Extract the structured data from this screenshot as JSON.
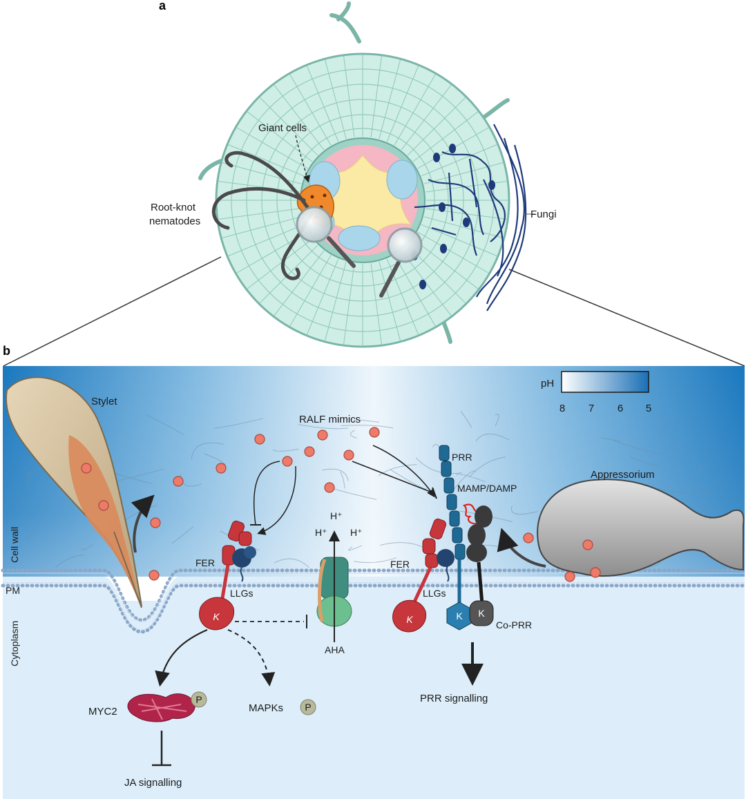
{
  "panels": {
    "a": "a",
    "b": "b"
  },
  "panel_a": {
    "giant_cells": "Giant cells",
    "root_knot_line1": "Root-knot",
    "root_knot_line2": "nematodes",
    "fungi": "Fungi"
  },
  "panel_b": {
    "stylet": "Stylet",
    "ralf_mimics": "RALF mimics",
    "appressorium": "Appressorium",
    "ph_legend": {
      "title": "pH",
      "ticks": [
        "8",
        "7",
        "6",
        "5"
      ]
    },
    "compartments": {
      "cell_wall": "Cell wall",
      "pm": "PM",
      "cytoplasm": "Cytoplasm"
    },
    "fer_left": "FER",
    "llgs_left": "LLGs",
    "fer_right": "FER",
    "llgs_right": "LLGs",
    "kinase_k": "K",
    "h_plus_1": "H⁺",
    "h_plus_2": "H⁺",
    "h_plus_3": "H⁺",
    "aha": "AHA",
    "prr": "PRR",
    "mamp_damp": "MAMP/DAMP",
    "co_prr": "Co-PRR",
    "myc2": "MYC2",
    "mapks": "MAPKs",
    "phospho": "P",
    "ja_signalling": "JA signalling",
    "prr_signalling": "PRR signalling"
  },
  "colors": {
    "root_cell": "#cfeee6",
    "root_outline": "#7ab5a8",
    "stele_pink": "#f4b7c3",
    "stele_yellow": "#fbeaa5",
    "xylem_blue": "#a9d6ea",
    "fungi": "#1e3a7a",
    "apoplast_dark": "#1a7bc0",
    "cytoplasm": "#ddeefa",
    "ralf": "#ee7a6a",
    "fer": "#c6363a",
    "prr": "#1f6a95",
    "co_prr": "#3a3a3a",
    "aha": "#6cbf8e"
  }
}
